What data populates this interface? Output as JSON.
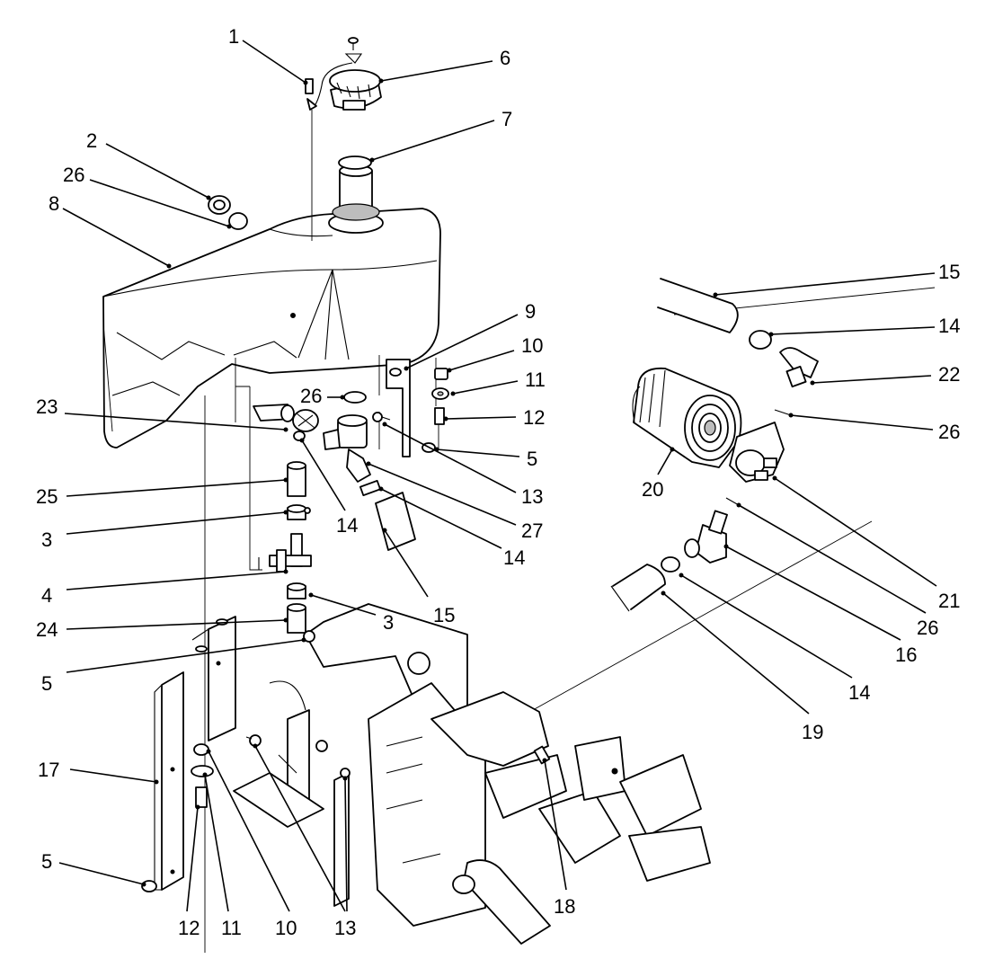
{
  "callouts": [
    {
      "id": "c1",
      "label": "1"
    },
    {
      "id": "c2",
      "label": "2"
    },
    {
      "id": "c26a",
      "label": "26"
    },
    {
      "id": "c8",
      "label": "8"
    },
    {
      "id": "c6",
      "label": "6"
    },
    {
      "id": "c7",
      "label": "7"
    },
    {
      "id": "c9",
      "label": "9"
    },
    {
      "id": "c10a",
      "label": "10"
    },
    {
      "id": "c11a",
      "label": "11"
    },
    {
      "id": "c12a",
      "label": "12"
    },
    {
      "id": "c5a",
      "label": "5"
    },
    {
      "id": "c26b",
      "label": "26"
    },
    {
      "id": "c23",
      "label": "23"
    },
    {
      "id": "c13a",
      "label": "13"
    },
    {
      "id": "c27",
      "label": "27"
    },
    {
      "id": "c14a",
      "label": "14"
    },
    {
      "id": "c14b",
      "label": "14"
    },
    {
      "id": "c25",
      "label": "25"
    },
    {
      "id": "c3a",
      "label": "3"
    },
    {
      "id": "c4",
      "label": "4"
    },
    {
      "id": "c15a",
      "label": "15"
    },
    {
      "id": "c3b",
      "label": "3"
    },
    {
      "id": "c24",
      "label": "24"
    },
    {
      "id": "c5b",
      "label": "5"
    },
    {
      "id": "c15b",
      "label": "15"
    },
    {
      "id": "c14c",
      "label": "14"
    },
    {
      "id": "c22",
      "label": "22"
    },
    {
      "id": "c26c",
      "label": "26"
    },
    {
      "id": "c20",
      "label": "20"
    },
    {
      "id": "c21",
      "label": "21"
    },
    {
      "id": "c26d",
      "label": "26"
    },
    {
      "id": "c16",
      "label": "16"
    },
    {
      "id": "c14d",
      "label": "14"
    },
    {
      "id": "c19",
      "label": "19"
    },
    {
      "id": "c17",
      "label": "17"
    },
    {
      "id": "c5c",
      "label": "5"
    },
    {
      "id": "c12b",
      "label": "12"
    },
    {
      "id": "c11b",
      "label": "11"
    },
    {
      "id": "c10b",
      "label": "10"
    },
    {
      "id": "c13b",
      "label": "13"
    },
    {
      "id": "c18",
      "label": "18"
    }
  ]
}
